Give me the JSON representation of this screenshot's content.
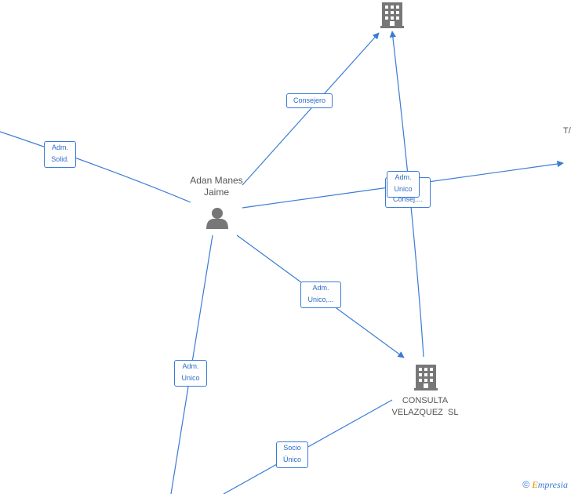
{
  "nodes": {
    "person": {
      "name_line1": "Adan Manes",
      "name_line2": "Jaime",
      "icon": "person-icon"
    },
    "company_top": {
      "icon": "building-icon"
    },
    "company_consulta": {
      "name_line1": "CONSULTA",
      "name_line2": "VELAZQUEZ  SL",
      "icon": "building-icon"
    },
    "company_right": {
      "name_fragment": "T/"
    }
  },
  "edge_labels": {
    "consejero": [
      "Consejero"
    ],
    "adm_solid": [
      "Adm.",
      "Solid."
    ],
    "adm_unico_consej": [
      "Adm.",
      "Unico",
      "Consej...."
    ],
    "adm_unico_dots": [
      "Adm.",
      "Unico,..."
    ],
    "adm_unico_left": [
      "Adm.",
      "Unico"
    ],
    "socio_unico": [
      "Socio",
      "Único"
    ]
  },
  "colors": {
    "edge": "#3a7bd5",
    "icon": "#777777",
    "text": "#555555"
  },
  "footer": {
    "copyright_symbol": "©",
    "brand_initial": "E",
    "brand_rest": "mpresia"
  }
}
